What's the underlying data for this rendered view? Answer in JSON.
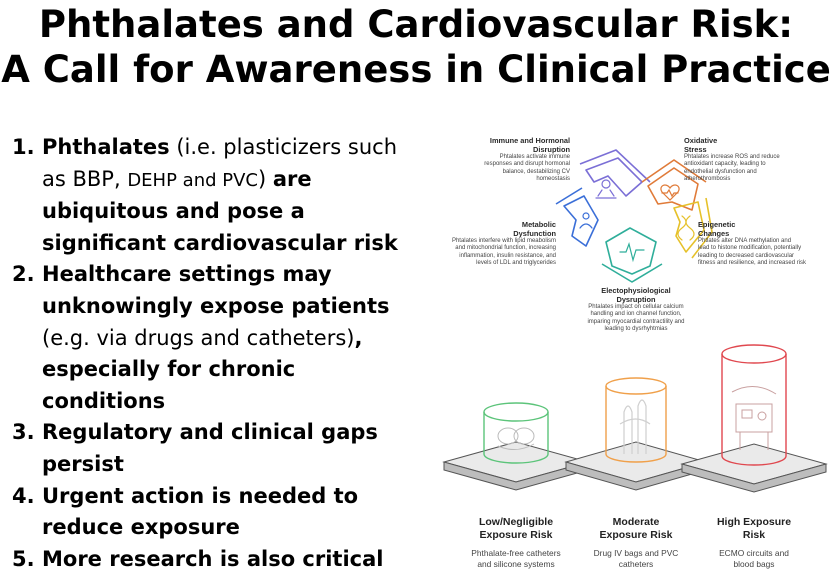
{
  "title": {
    "line1": "Phthalates and Cardiovascular Risk:",
    "line2": "A Call for Awareness in Clinical Practice"
  },
  "points": [
    {
      "num": "1.",
      "parts": [
        "Phthalates",
        " (i.e. plasticizers such as BBP, ",
        "DEHP and PVC",
        ") ",
        "are ubiquitous and pose a significant cardiovascular risk"
      ]
    },
    {
      "num": "2.",
      "parts": [
        "Healthcare settings may unknowingly expose patients",
        " (e.g. via drugs and catheters)",
        ", especially for chronic conditions"
      ]
    },
    {
      "num": "3.",
      "text": "Regulatory and clinical gaps persist"
    },
    {
      "num": "4.",
      "text": "Urgent action is needed to reduce exposure"
    },
    {
      "num": "5.",
      "text": "More research is also critical"
    }
  ],
  "mechanisms": [
    {
      "title_lines": [
        "Immune and Hormonal",
        "Disruption"
      ],
      "desc_lines": [
        "Phtalates activate immune",
        "responses and disrupt hormonal",
        "balance, destabilizing CV",
        "homeostasis"
      ],
      "color": "#7b6fd6",
      "icon": "microscope-icon"
    },
    {
      "title_lines": [
        "Oxidative",
        "Stress"
      ],
      "desc_lines": [
        "Phtalates increase ROS and reduce",
        "antioxidant capacity, leading to",
        "endothelial dysfunction and",
        "atherothrombosis"
      ],
      "color": "#e07b39",
      "icon": "heart-pulse-icon"
    },
    {
      "title_lines": [
        "Metabolic",
        "Dysfunction"
      ],
      "desc_lines": [
        "Phtalates interfere with lipid meabolism",
        "and mitochondrial function, increasing",
        "inflammation, insulin resistance, and",
        "levels of LDL and triglycerides"
      ],
      "color": "#3b6fd8",
      "icon": "person-icon"
    },
    {
      "title_lines": [
        "Epigenetic",
        "Changes"
      ],
      "desc_lines": [
        "Phtlates alter DNA methylation and",
        "lead to histone modification, potentially",
        "leading to decreased cardiovascular",
        "fitness and resilience, and increased risk"
      ],
      "color": "#e6c12a",
      "icon": "dna-icon"
    },
    {
      "title_lines": [
        "Electophysiological",
        "Dysruption"
      ],
      "desc_lines": [
        "Phtalates impact on cellular calcium",
        "handling and ion channel function,",
        "imparing myocardial contractility and",
        "leading to dysrhyhtmias"
      ],
      "color": "#2fae9a",
      "icon": "ecg-icon"
    }
  ],
  "risks": [
    {
      "title_lines": [
        "Low/Negligible",
        "Exposure Risk"
      ],
      "desc_lines": [
        "Phthalate-free catheters",
        "and silicone systems"
      ],
      "color": "#5cc47a",
      "icon": "catheter-coil-icon"
    },
    {
      "title_lines": [
        "Moderate",
        "Exposure Risk"
      ],
      "desc_lines": [
        "Drug IV bags and PVC",
        "catheters"
      ],
      "color": "#f0a04a",
      "icon": "iv-line-icon"
    },
    {
      "title_lines": [
        "High Exposure",
        "Risk"
      ],
      "desc_lines": [
        "ECMO circuits and",
        "blood bags"
      ],
      "color": "#e0484f",
      "icon": "ecmo-machine-icon"
    }
  ]
}
